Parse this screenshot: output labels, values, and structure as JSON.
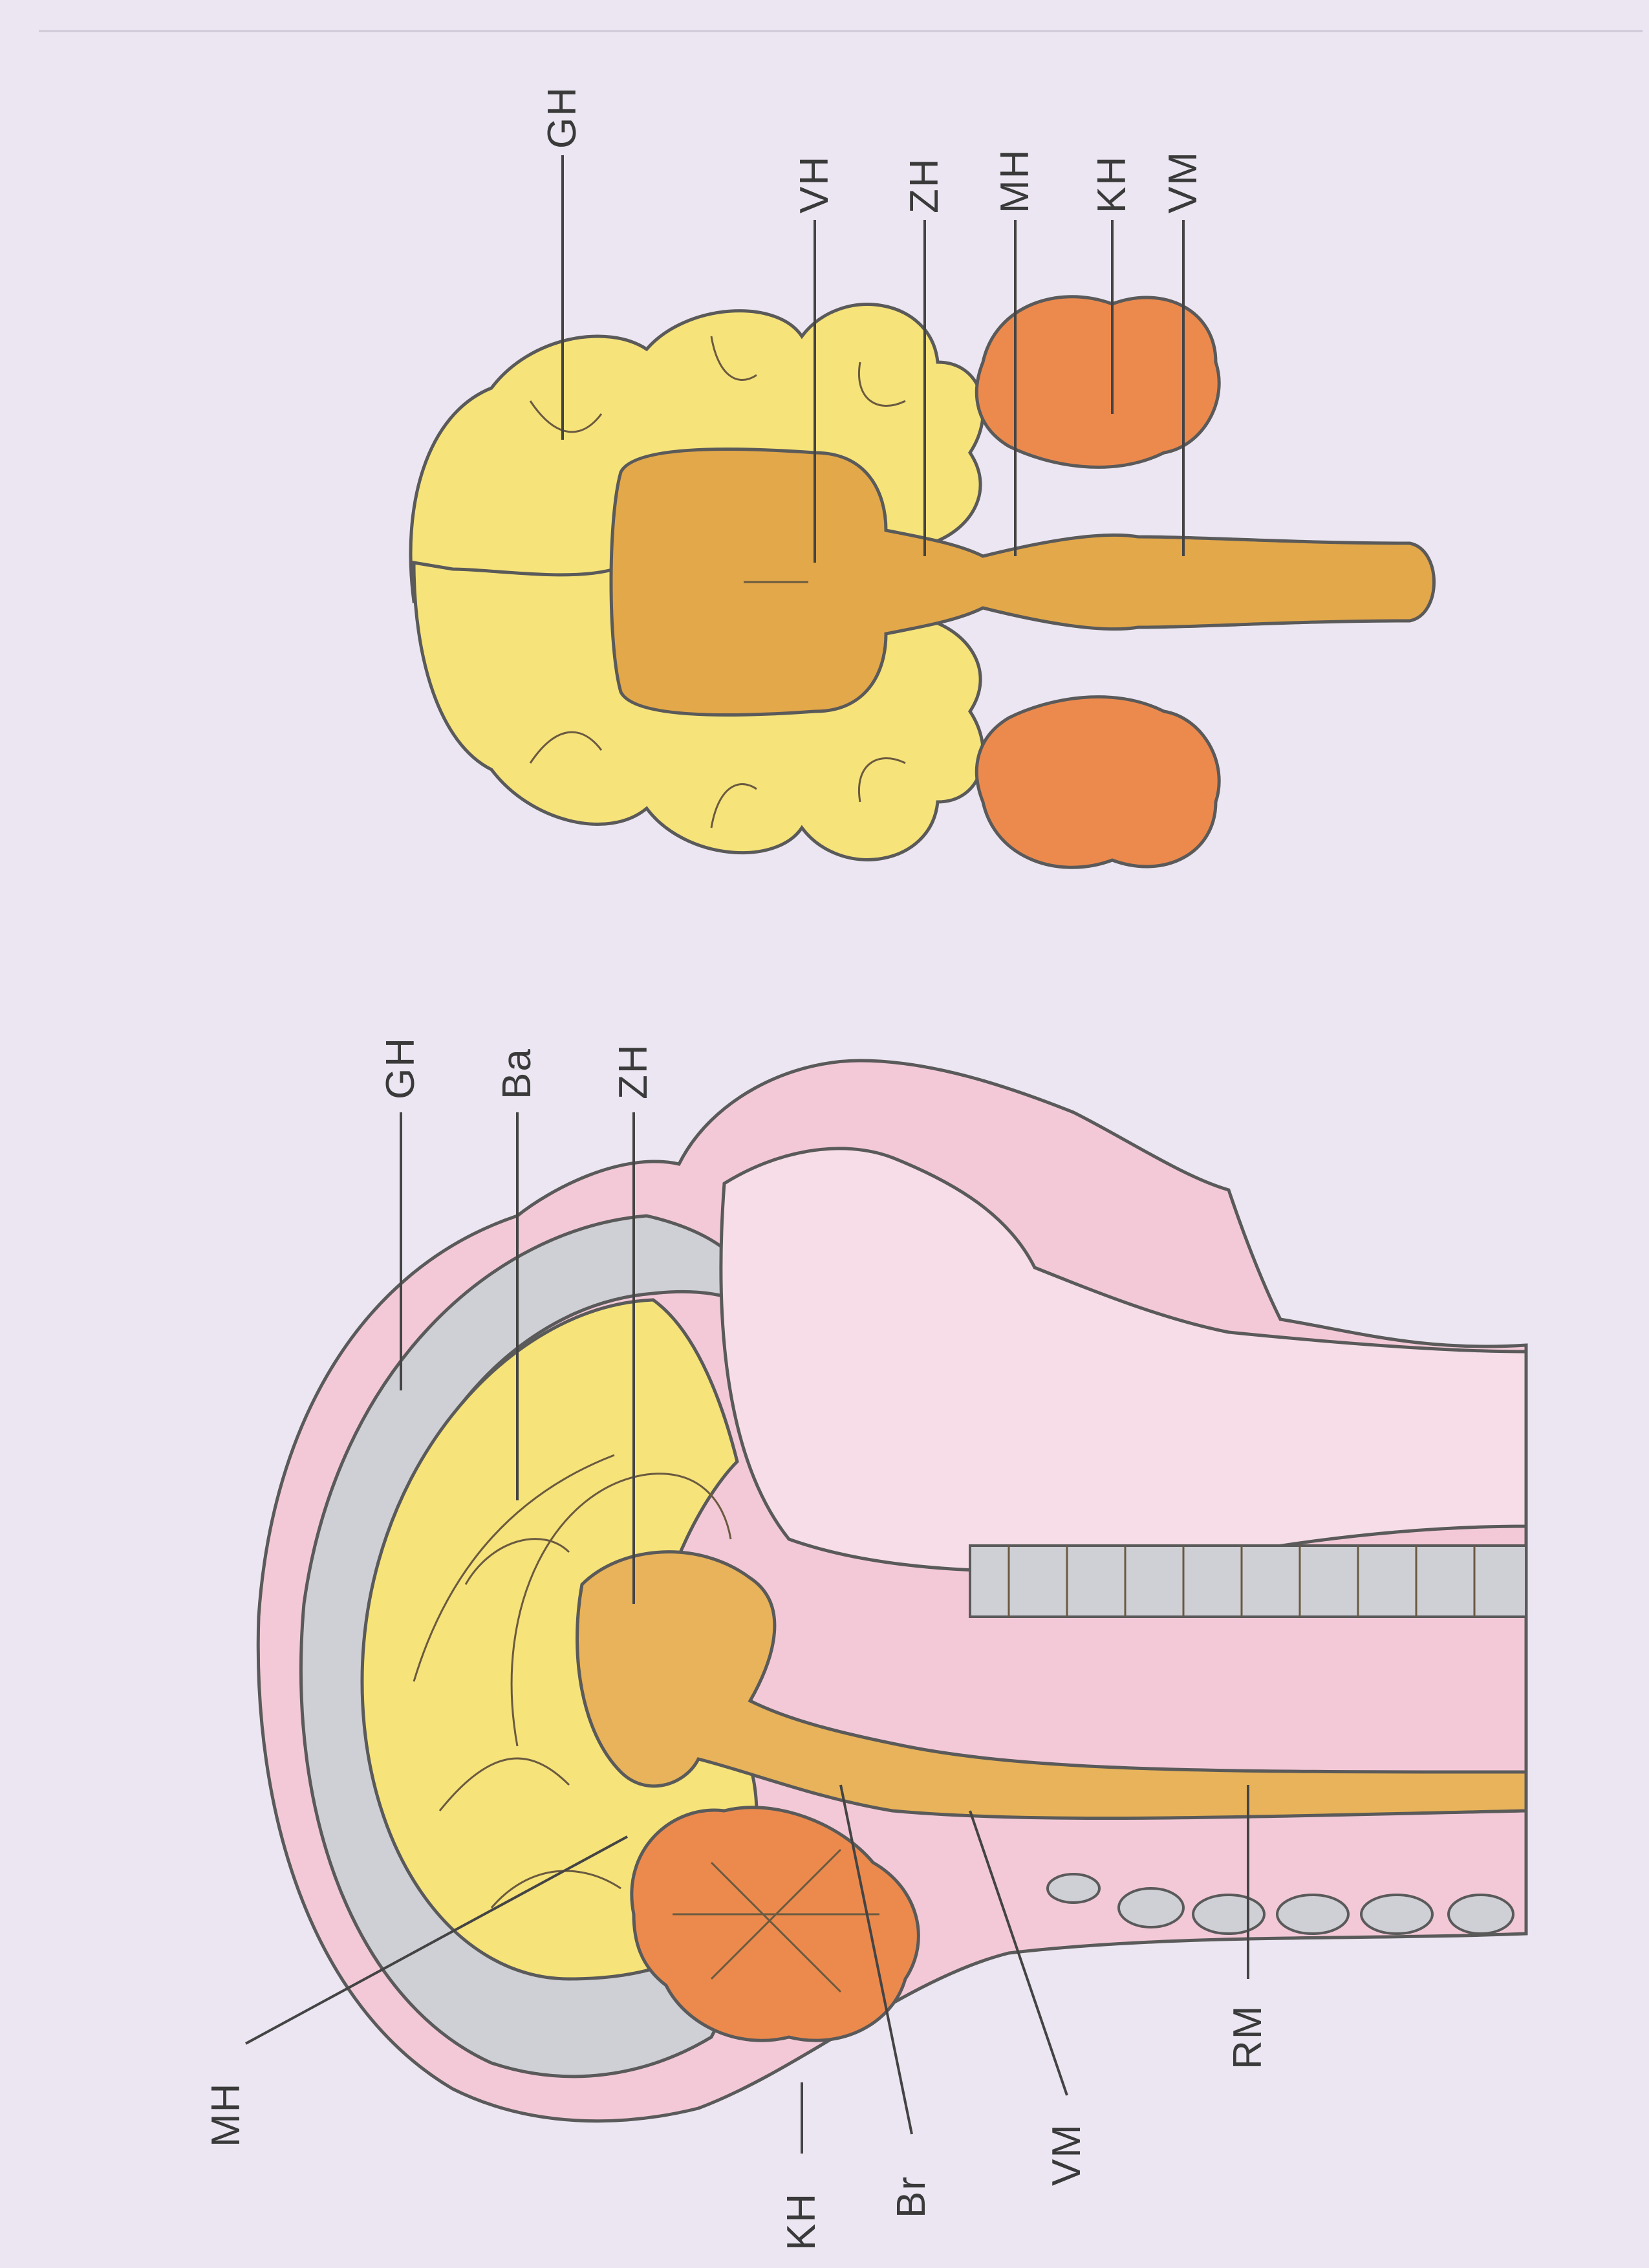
{
  "colors": {
    "background": "#ece6f2",
    "cerebrum": "#f6e37a",
    "diencephalon": "#e3a84a",
    "brainstem": "#e8b35a",
    "cerebellum": "#ec8a4e",
    "skin": "#f3c9d8",
    "bone": "#cfcfd6",
    "cavity": "#f6dde7"
  },
  "labels": {
    "top": {
      "gh": "GH",
      "vh": "VH",
      "zh": "ZH",
      "mh": "MH",
      "kh": "KH",
      "vm": "VM"
    },
    "section": {
      "gh": "GH",
      "ba": "Ba",
      "zh": "ZH",
      "mh": "MH",
      "kh": "KH",
      "br": "Br",
      "vm": "VM",
      "rm": "RM"
    }
  }
}
